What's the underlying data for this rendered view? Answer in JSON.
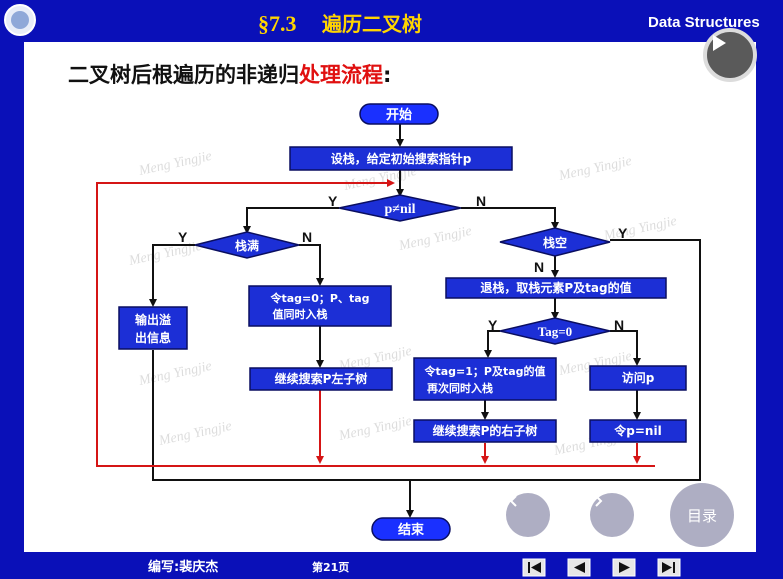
{
  "header": {
    "section": "§7.3",
    "title": "遍历二叉树",
    "brand": "Data Structures"
  },
  "slide": {
    "heading_black": "二叉树后根遍历的非递归",
    "heading_red": "处理流程",
    "heading_colon": ":"
  },
  "flow": {
    "start": "开始",
    "init": "设栈，给定初始搜索指针p",
    "cond_p": "p≠nil",
    "cond_full": "栈满",
    "overflow_line1": "输出溢",
    "overflow_line2": "出信息",
    "push_line1": "令tag=0；P、tag",
    "push_line2": "值同时入栈",
    "search_left": "继续搜索P左子树",
    "cond_empty": "栈空",
    "pop": "退栈，取栈元素P及tag的值",
    "cond_tag": "Tag=0",
    "repush_line1": "令tag=1；P及tag的值",
    "repush_line2": "再次同时入栈",
    "visit": "访问p",
    "search_right": "继续搜索P的右子树",
    "set_nil": "令p=nil",
    "end": "结束",
    "yes": "Y",
    "no": "N"
  },
  "watermark": "Meng Yingjie",
  "footer": {
    "author": "编写:裴庆杰",
    "page": "第21页"
  },
  "overlay": {
    "toc_label": "目录",
    "play_icon": "play-icon",
    "prev_icon": "chevron-left-icon",
    "next_icon": "chevron-right-icon"
  },
  "colors": {
    "frame_blue": "#0a10b8",
    "box_blue": "#1c2fd6",
    "start_blue": "#1a30ff",
    "heading_red": "#e01010",
    "flow_red": "#d51515",
    "header_yellow": "#ffd400"
  }
}
